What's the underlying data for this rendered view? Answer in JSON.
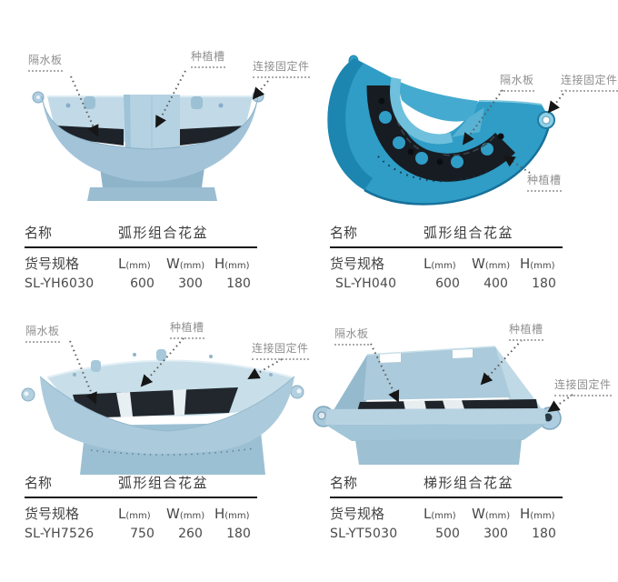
{
  "callouts": {
    "water_barrier": "隔水板",
    "planting_slot": "种植槽",
    "connector": "连接固定件"
  },
  "spec_table": {
    "name_label": "名称",
    "spec_label": "货号规格",
    "columns": [
      {
        "letter": "L",
        "unit": "(mm)"
      },
      {
        "letter": "W",
        "unit": "(mm)"
      },
      {
        "letter": "H",
        "unit": "(mm)"
      }
    ]
  },
  "products": [
    {
      "name": "弧形组合花盆",
      "sku": "SL-YH6030",
      "dims": [
        "600",
        "300",
        "180"
      ],
      "photo": "arc-planter-front-view"
    },
    {
      "name": "弧形组合花盆",
      "sku": "SL-YH040",
      "dims": [
        "600",
        "400",
        "180"
      ],
      "photo": "arc-planter-perspective-view"
    },
    {
      "name": "弧形组合花盆",
      "sku": "SL-YH7526",
      "dims": [
        "750",
        "260",
        "180"
      ],
      "photo": "wide-arc-planter-front-view"
    },
    {
      "name": "梯形组合花盆",
      "sku": "SL-YT5030",
      "dims": [
        "500",
        "300",
        "180"
      ],
      "photo": "trapezoid-planter-front-view"
    }
  ],
  "colors": {
    "background": "#ffffff",
    "callout_text": "#8f8f8f",
    "callout_dots": "#ababab",
    "arrow_dots": "#5a5a5a",
    "arrowhead": "#161616",
    "table_text": "#3d3d3d",
    "table_secondary": "#4a4a4a",
    "separator": "#1a1a1a",
    "pot_pale_blue": "#a9c9db",
    "pot_bright_blue": "#2f9dc6",
    "soil_dark": "#1e242a"
  }
}
